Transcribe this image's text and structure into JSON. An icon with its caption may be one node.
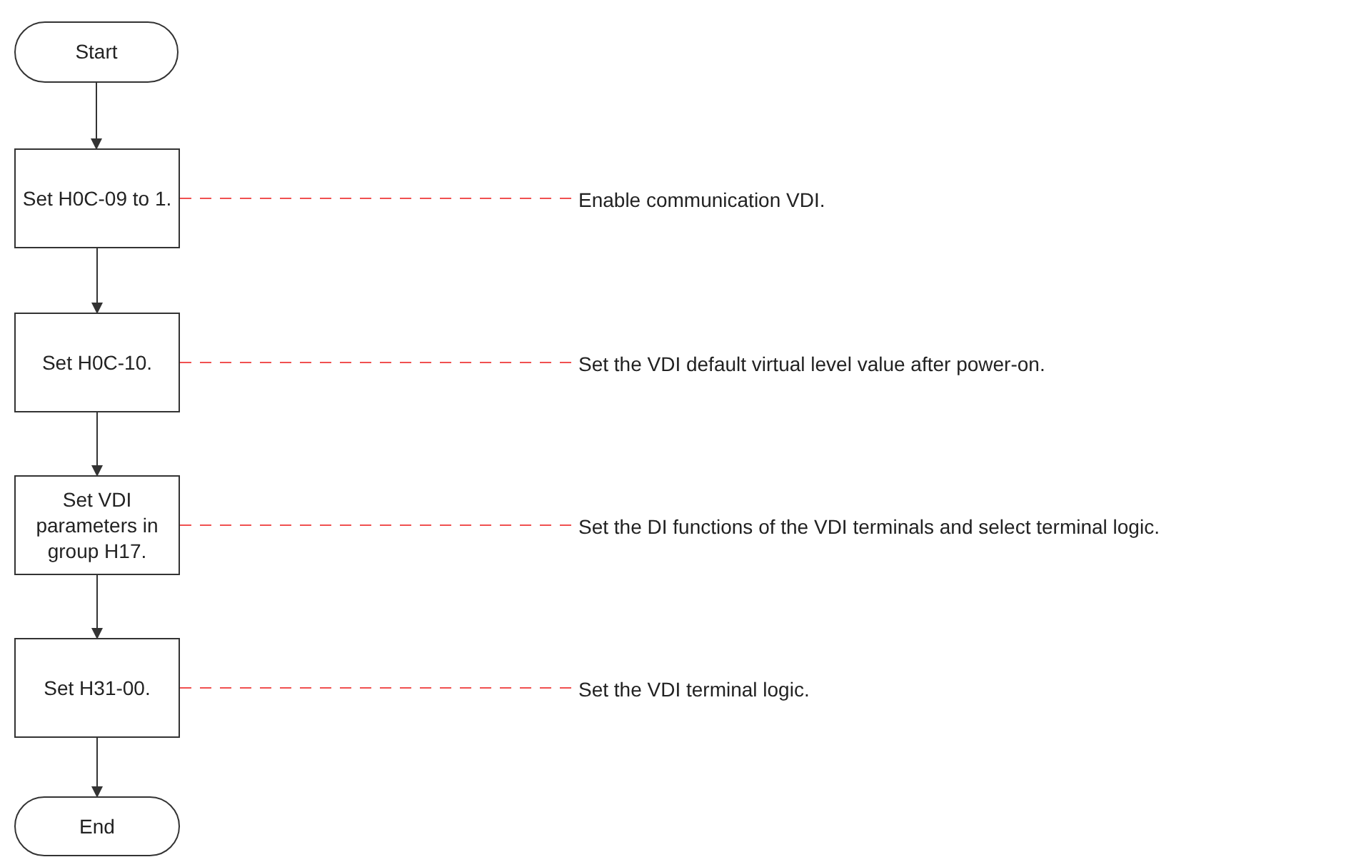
{
  "diagram": {
    "nodes": [
      {
        "text": [
          "Start"
        ]
      },
      {
        "text": [
          "Set H0C-09 to 1."
        ]
      },
      {
        "text": [
          "Set H0C-10."
        ]
      },
      {
        "text": [
          "Set VDI parameters in group H17."
        ]
      },
      {
        "text": [
          "Set H31-00."
        ]
      },
      {
        "text": [
          "End"
        ]
      },
      {
        "text": [
          "Enable communication VDI."
        ]
      },
      {
        "text": [
          "Set the VDI default virtual level value after power-on."
        ]
      },
      {
        "text": [
          "Set the DI functions of the VDI terminals and select terminal logic."
        ]
      },
      {
        "text": [
          "Set the VDI terminal logic."
        ]
      }
    ],
    "edges": [
      {
        "from": 0,
        "to": 1,
        "arrow": "to"
      },
      {
        "from": 1,
        "to": 2,
        "arrow": "to"
      },
      {
        "from": 2,
        "to": 3,
        "arrow": "to"
      },
      {
        "from": 3,
        "to": 4,
        "arrow": "to"
      },
      {
        "from": 4,
        "to": 5,
        "arrow": "to"
      },
      {
        "from": 1,
        "to": 6,
        "arrow": "none",
        "style": "dashed",
        "color": "#f05050"
      },
      {
        "from": 2,
        "to": 7,
        "arrow": "none",
        "style": "dashed",
        "color": "#f05050"
      },
      {
        "from": 3,
        "to": 8,
        "arrow": "none",
        "style": "dashed",
        "color": "#f05050"
      },
      {
        "from": 4,
        "to": 9,
        "arrow": "none",
        "style": "dashed",
        "color": "#f05050"
      }
    ]
  }
}
